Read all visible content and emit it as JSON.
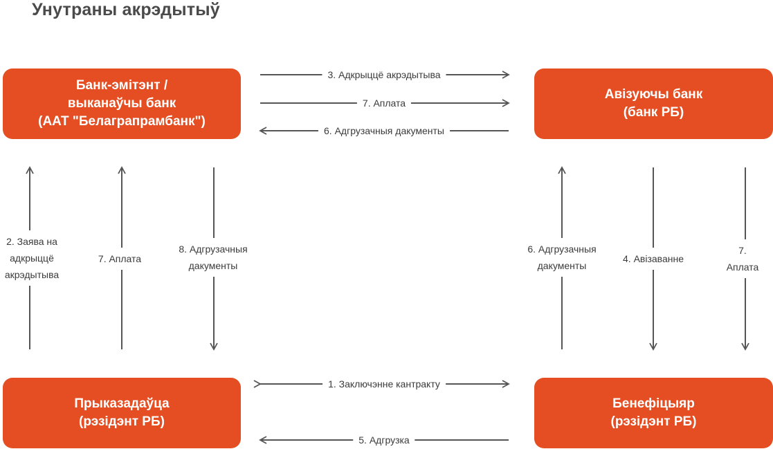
{
  "title": "Унутраны акрэдытыў",
  "boxes": {
    "issuing_bank": "Банк-эмітэнт /\nвыканаўчы банк\n(ААТ \"Белаграпрамбанк\")",
    "advising_bank": "Авізуючы банк\n(банк РБ)",
    "applicant": "Прыказадаўца\n(рэзідэнт РБ)",
    "beneficiary": "Бенефіцыяр\n(рэзідэнт РБ)"
  },
  "arrows": {
    "open_credit": "3. Адкрыццё акрэдытыва",
    "payment_top": "7. Аплата",
    "docs_top": "6. Адгрузачныя дакументы",
    "application": "2. Заява на\nадкрыццё\nакрэдытыва",
    "payment_left": "7. Аплата",
    "docs_left": "8. Адгрузачныя\nдакументы",
    "docs_right": "6. Адгрузачныя\nдакументы",
    "advising": "4. Авізаванне",
    "payment_right": "7. Аплата",
    "contract": "1. Заключэнне кантракту",
    "shipment": "5. Адгрузка"
  },
  "colors": {
    "box": "#e44e22",
    "arrow": "#555555"
  }
}
